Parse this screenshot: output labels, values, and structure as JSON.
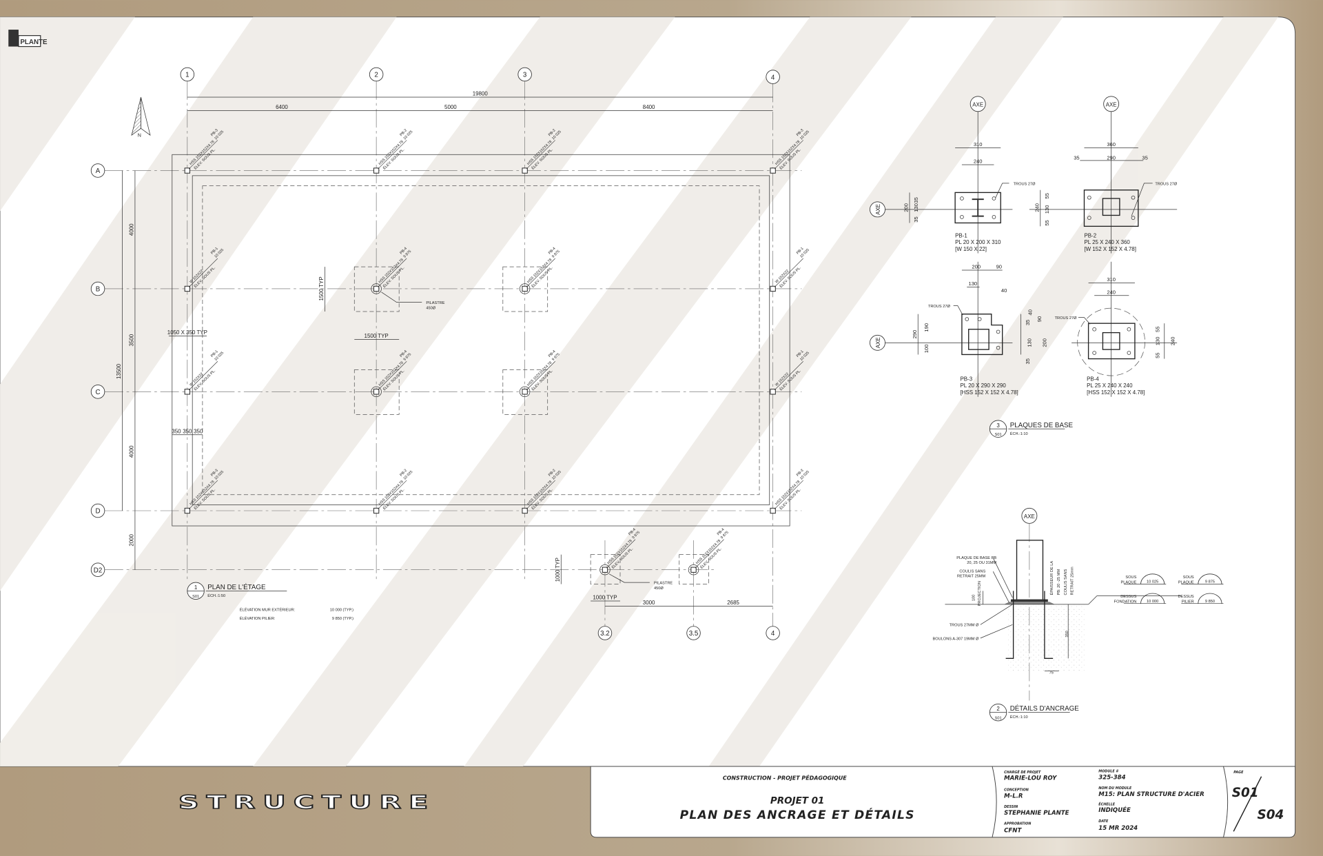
{
  "logo": "PLANTE",
  "north": "N",
  "sheet_band": "STRUCTURE",
  "colors": {
    "band": "#b3a084",
    "sheet": "#ffffff",
    "stripe": "#efece7",
    "ink": "#222222"
  },
  "plan": {
    "grid_cols": {
      "c1": "1",
      "c2": "2",
      "c3": "3",
      "c4": "4",
      "c32": "3.2",
      "c35": "3.5",
      "c4b": "4"
    },
    "grid_rows": {
      "A": "A",
      "B": "B",
      "C": "C",
      "D": "D",
      "D2": "D2"
    },
    "dims": {
      "overall": "19800",
      "d6400": "6400",
      "d5000": "5000",
      "d8400": "8400",
      "d3000": "3000",
      "d2685": "2685",
      "v4000a": "4000",
      "v3500": "3500",
      "v4000b": "4000",
      "v2000": "2000",
      "v13500": "13500"
    },
    "notes": {
      "typ1500v": "1500 TYP",
      "typ1500h": "1500 TYP",
      "typ1050": "1050 X 350 TYP",
      "typ1000v": "1000 TYP",
      "typ1000h": "1000 TYP",
      "d350a": "350",
      "d350b": "350",
      "d350c": "350",
      "pilastre": "PILASTRE",
      "pilastre_dia": "450Ø",
      "pilastre2": "PILASTRE",
      "pilastre2_dia": "450Ø"
    },
    "col_tags": [
      {
        "profile": "HSS 152X152X4.78",
        "plate": "PB-3",
        "elev": "10 025",
        "note": "ÉLEV. SOUS PL."
      },
      {
        "profile": "HSS 152X152X4.78",
        "plate": "PB-2",
        "elev": "10 025",
        "note": "ÉLEV. SOUS PL."
      },
      {
        "profile": "HSS 152X152X4.78",
        "plate": "PB-2",
        "elev": "10 025",
        "note": "ÉLEV. SOUS PL."
      },
      {
        "profile": "HSS 152X152X4.78",
        "plate": "PB-3",
        "elev": "10 025",
        "note": "ÉLEV. SOUS PL."
      },
      {
        "profile": "W 152X22",
        "plate": "PB-1",
        "elev": "10 025",
        "note": "ÉLEV. SOUS PL."
      },
      {
        "profile": "W 152X22",
        "plate": "PB-1",
        "elev": "10 025",
        "note": "ÉLEV. SOUS PL."
      },
      {
        "profile": "HSS 152X152X4.78",
        "plate": "PB-4",
        "elev": "9 875",
        "note": "ÉLEV. SOUS PL."
      },
      {
        "profile": "HSS 152X152X4.78",
        "plate": "PB-4",
        "elev": "9 875",
        "note": "ÉLEV. SOUS PL."
      },
      {
        "profile": "W 152X22",
        "plate": "PB-1",
        "elev": "10 025",
        "note": "ÉLEV. SOUS PL."
      },
      {
        "profile": "HSS 152X152X4.78",
        "plate": "PB-4",
        "elev": "9 875",
        "note": "ÉLEV. SOUS PL."
      },
      {
        "profile": "HSS 152X152X4.78",
        "plate": "PB-4",
        "elev": "9 875",
        "note": "ÉLEV. SOUS PL."
      },
      {
        "profile": "W 152X22",
        "plate": "PB-1",
        "elev": "10 025",
        "note": "ÉLEV. SOUS PL."
      },
      {
        "profile": "HSS 152X152X4.78",
        "plate": "PB-3",
        "elev": "10 025",
        "note": "ÉLEV. SOUS PL."
      },
      {
        "profile": "HSS 152X152X4.78",
        "plate": "PB-2",
        "elev": "10 025",
        "note": "ÉLEV. SOUS PL."
      },
      {
        "profile": "HSS 152X152X4.78",
        "plate": "PB-2",
        "elev": "10 025",
        "note": "ÉLEV. SOUS PL."
      },
      {
        "profile": "HSS 152X152X4.78",
        "plate": "PB-3",
        "elev": "10 025",
        "note": "ÉLEV. SOUS PL."
      },
      {
        "profile": "HSS 152X152X4.78",
        "plate": "PB-4",
        "elev": "9 875",
        "note": "ÉLEV. SOUS PL."
      },
      {
        "profile": "HSS 152X152X4.78",
        "plate": "PB-4",
        "elev": "9 875",
        "note": "ÉLEV. SOUS PL."
      }
    ],
    "title": {
      "num": "1",
      "sheet": "S01",
      "name": "PLAN DE L'ÉTAGE",
      "scale": "ÉCH.:1:50"
    },
    "elev": [
      {
        "label": "ÉLÉVATION MUR EXTÉRIEUR:",
        "value": "10 000 (TYP.)"
      },
      {
        "label": "ÉLÉVATION PILIER:",
        "value": "9 850 (TYP.)"
      }
    ]
  },
  "base_plates": {
    "axe": "AXE",
    "holes": "TROUS 27Ø",
    "pb1": {
      "name": "PB-1",
      "plate": "PL 20 X 200 X 310",
      "section": "[W 150 X 22]",
      "dims": [
        "310",
        "240",
        "200",
        "35",
        "130",
        "35"
      ]
    },
    "pb2": {
      "name": "PB-2",
      "plate": "PL 25 X 240 X 360",
      "section": "[W 152 X 152 X 4.78]",
      "dims": [
        "360",
        "35",
        "290",
        "35",
        "240",
        "55",
        "130",
        "55"
      ]
    },
    "pb3": {
      "name": "PB-3",
      "plate": "PL 20 X 290 X 290",
      "section": "[HSS 152 X 152 X 4.78]",
      "dims": [
        "200",
        "90",
        "130",
        "40",
        "40",
        "290",
        "190",
        "100",
        "35",
        "130",
        "35",
        "90",
        "200"
      ]
    },
    "pb4": {
      "name": "PB-4",
      "plate": "PL 25 X 240 X 240",
      "section": "[HSS 152 X 152 X 4.78]",
      "dims": [
        "310",
        "240",
        "55",
        "130",
        "55",
        "240"
      ]
    },
    "title": {
      "num": "3",
      "sheet": "S01",
      "name": "PLAQUES DE BASE",
      "scale": "ÉCH.:1:10"
    }
  },
  "anchor": {
    "axe": "AXE",
    "callouts": {
      "plate1": "PLAQUE DE BASE PB",
      "plate2": "20, 25 OU 31MM",
      "grout1": "COULIS SANS",
      "grout2": "RETRAIT 25MM",
      "holes": "TROUS 27MM Ø",
      "bolts": "BOULONS A-307 19MM Ø",
      "proj_num": "100",
      "proj": "PROJECTION",
      "thick1": "ÉPAISSEUR DE LA",
      "thick2": "PB: 20 -25 MM",
      "grout_v1": "COULIS SANS",
      "grout_v2": "RETRAIT 25mm",
      "embed": "350",
      "edge": "75"
    },
    "elev_marks": [
      {
        "l1": "SOUS",
        "l2": "PLAQUE",
        "value": "10 025"
      },
      {
        "l1": "SOUS",
        "l2": "PLAQUE",
        "value": "9 875"
      },
      {
        "l1": "DESSUS",
        "l2": "FONDATION",
        "value": "10 000"
      },
      {
        "l1": "DESSUS",
        "l2": "PILIER",
        "value": "9 850"
      }
    ],
    "title": {
      "num": "2",
      "sheet": "S01",
      "name": "DÉTAILS D'ANCRAGE",
      "scale": "ÉCH.:1:10"
    }
  },
  "title_block": {
    "program": "CONSTRUCTION - PROJET PÉDAGOGIQUE",
    "project": "PROJET 01",
    "drawing_title": "PLAN DES ANCRAGE ET DÉTAILS",
    "fields": {
      "manager_label": "CHARGÉ DE PROJET",
      "manager": "MARIE-LOU ROY",
      "design_label": "CONCEPTION",
      "design": "M-L.R",
      "drawn_label": "DESSIN",
      "drawn": "STEPHANIE PLANTE",
      "approval_label": "APPROBATION",
      "approval": "CFNT",
      "module_no_label": "MODULE #",
      "module_no": "325-384",
      "module_name_label": "NOM DU MODULE",
      "module_name": "M15: PLAN STRUCTURE D'ACIER",
      "scale_label": "ÉCHELLE",
      "scale": "INDIQUÉE",
      "date_label": "DATE",
      "date": "15 MR 2024"
    },
    "page_label": "PAGE",
    "page": "S01",
    "total": "S04"
  }
}
